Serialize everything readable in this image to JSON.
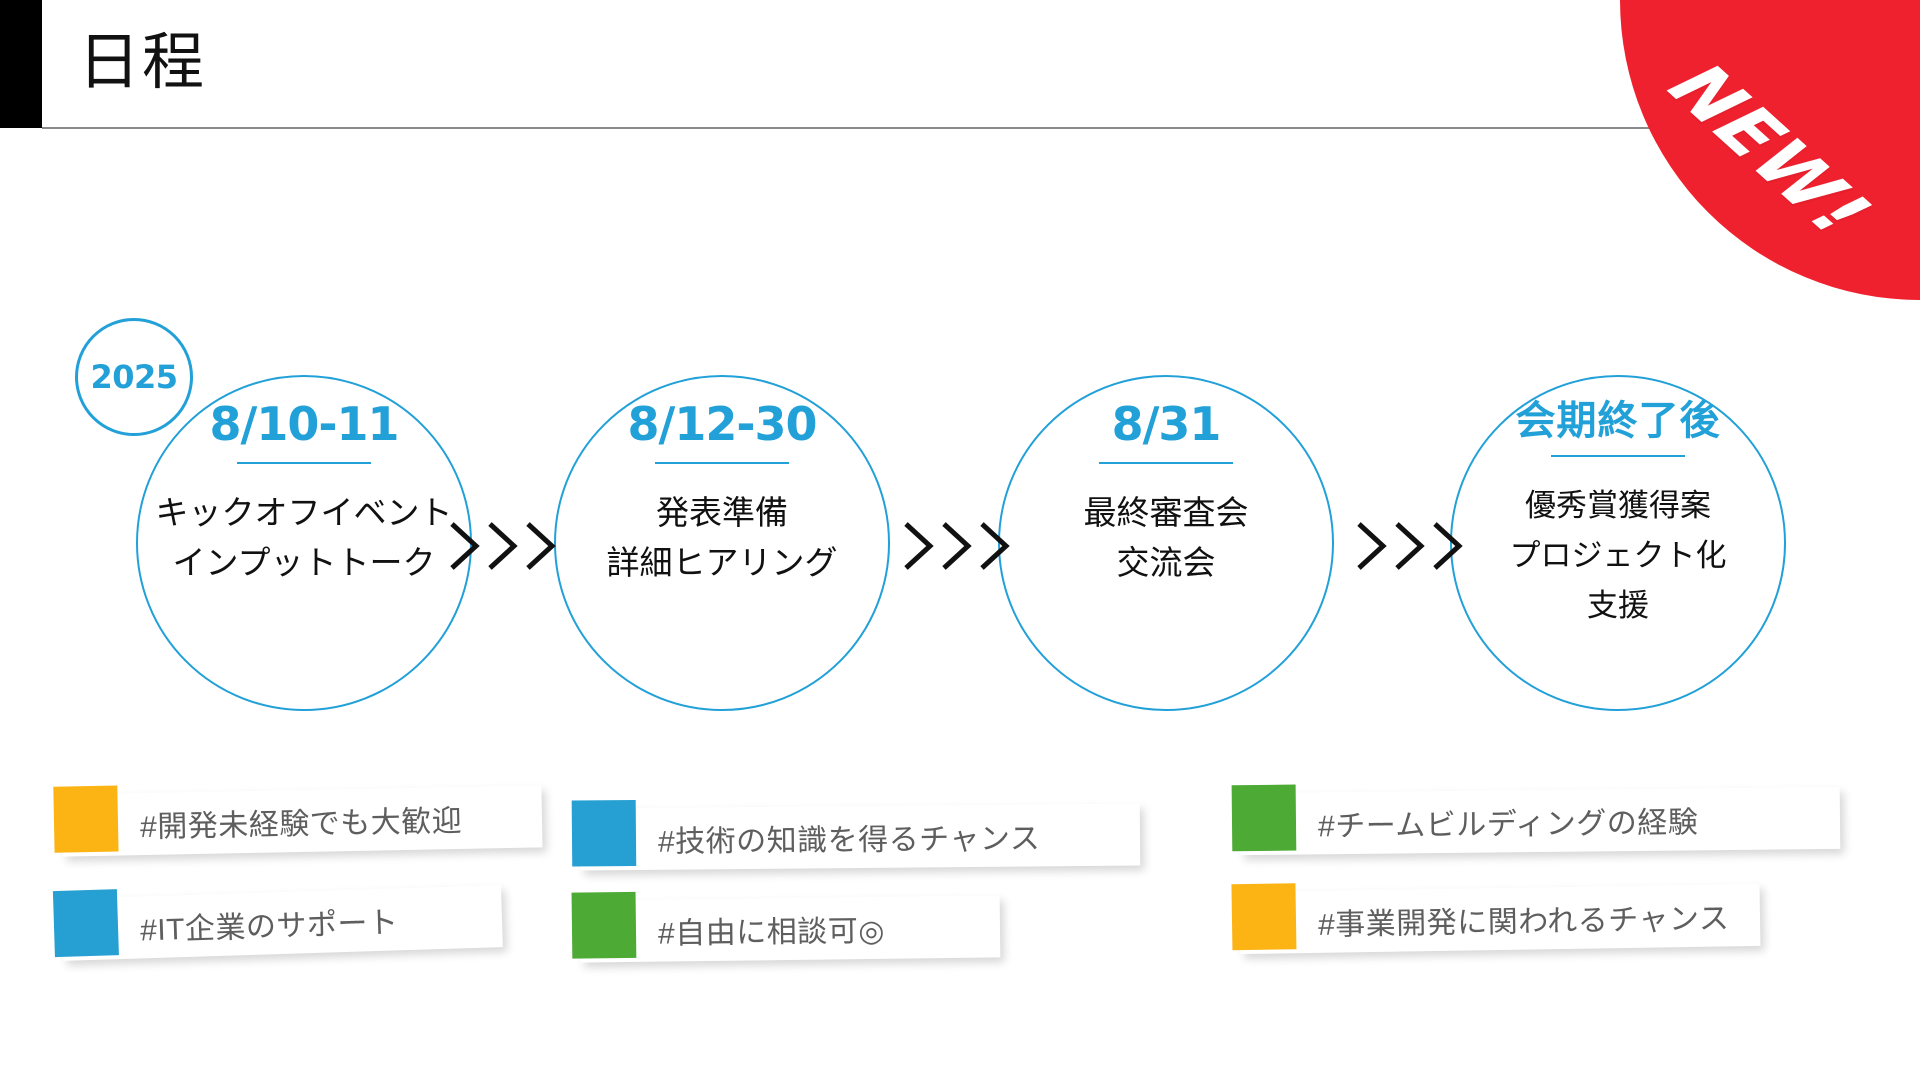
{
  "header": {
    "title": "日程",
    "accent_color": "#000000",
    "rule_color": "#8a8a8a"
  },
  "badge": {
    "label": "NEW!",
    "color": "#F0212E",
    "text_color": "#FFFFFF"
  },
  "theme": {
    "blue": "#22A0D8",
    "orange": "#FCB415",
    "green": "#4CAA35",
    "sky": "#269FD3",
    "body_text": "#111111",
    "tag_text": "#5e5e5e"
  },
  "timeline": {
    "year_badge": "2025",
    "steps": [
      {
        "date": "8/10-11",
        "date_is_japanese": false,
        "lines": [
          "キックオフイベント",
          "インプットトーク"
        ]
      },
      {
        "date": "8/12-30",
        "date_is_japanese": false,
        "lines": [
          "発表準備",
          "詳細ヒアリング"
        ]
      },
      {
        "date": "8/31",
        "date_is_japanese": false,
        "lines": [
          "最終審査会",
          "交流会"
        ]
      },
      {
        "date": "会期終了後",
        "date_is_japanese": true,
        "lines": [
          "優秀賞獲得案",
          "プロジェクト化",
          "支援"
        ]
      }
    ],
    "connector_icon": "triple-chevron-right-icon",
    "connector_count": 3
  },
  "tags": [
    {
      "label": "#開発未経験でも大歓迎",
      "color": "#FCB415",
      "swatch_name": "orange-swatch"
    },
    {
      "label": "#技術の知識を得るチャンス",
      "color": "#269FD3",
      "swatch_name": "blue-swatch"
    },
    {
      "label": "#チームビルディングの経験",
      "color": "#4CAA35",
      "swatch_name": "green-swatch"
    },
    {
      "label": "#IT企業のサポート",
      "color": "#269FD3",
      "swatch_name": "blue-swatch"
    },
    {
      "label": "#自由に相談可◎",
      "color": "#4CAA35",
      "swatch_name": "green-swatch"
    },
    {
      "label": "#事業開発に関われるチャンス",
      "color": "#FCB415",
      "swatch_name": "orange-swatch"
    }
  ]
}
